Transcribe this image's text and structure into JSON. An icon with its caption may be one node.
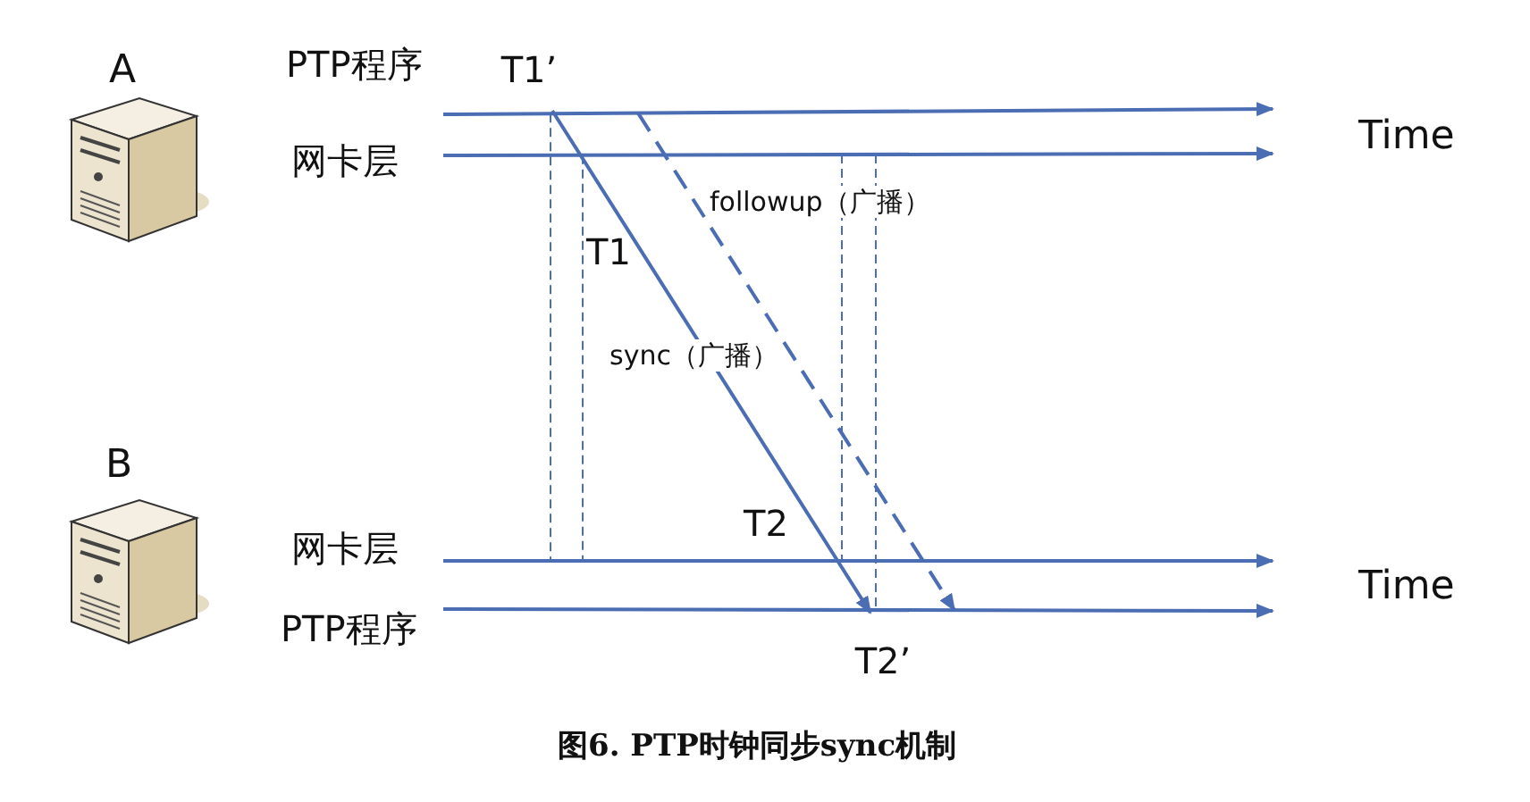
{
  "diagram": {
    "caption": "图6. PTP时钟同步sync机制",
    "nodes": [
      {
        "text": [
          "T1’"
        ]
      },
      {
        "text": [],
        "shape": "line"
      },
      {
        "text": [],
        "shape": "line"
      },
      {
        "text": [],
        "shape": "line"
      },
      {
        "text": [],
        "shape": "line"
      },
      {
        "text": [
          "T2’"
        ]
      }
    ],
    "edges": [
      {
        "from": 0,
        "to": 5,
        "arrow": "to",
        "label": "sync（广播）"
      },
      {
        "from": 1,
        "to": 4,
        "arrow": "to",
        "label": "followup（广播）",
        "style": "dashed"
      },
      {
        "from": 1,
        "to": 3,
        "arrow": "none",
        "style": "dashed"
      },
      {
        "from": 2,
        "to": 3,
        "arrow": "none",
        "style": "dashed"
      },
      {
        "from": 2,
        "to": 3,
        "arrow": "none",
        "style": "dashed"
      },
      {
        "from": 2,
        "to": 4,
        "arrow": "none",
        "style": "dashed"
      }
    ],
    "labels": [
      "A",
      "PTP程序",
      "网卡层",
      "Time",
      "T1",
      "B",
      "网卡层",
      "T2",
      "PTP程序",
      "Time"
    ]
  }
}
